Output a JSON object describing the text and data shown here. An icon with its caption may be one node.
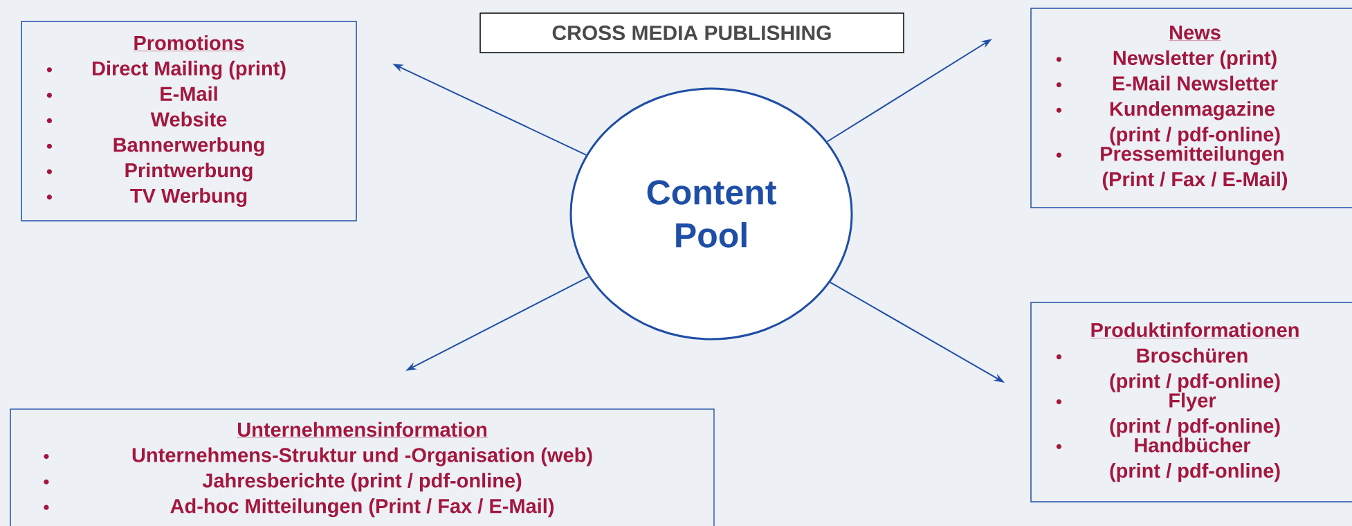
{
  "diagram": {
    "title": "CROSS MEDIA PUBLISHING",
    "nodes": [
      {
        "text": [
          "Content Pool"
        ]
      },
      {
        "text": [
          "Promotions",
          "Direct Mailing (print)",
          "E-Mail",
          "Website",
          "Bannerwerbung",
          "Printwerbung",
          "TV Werbung"
        ]
      },
      {
        "text": [
          "News",
          "Newsletter (print)",
          "E-Mail Newsletter",
          "Kundenmagazine (print / pdf-online)",
          "Pressemitteilungen (Print / Fax / E-Mail)"
        ]
      },
      {
        "text": [
          "Unternehmensinformation",
          "Unternehmens-Struktur und -Organisation (web)",
          "Jahresberichte (print / pdf-online)",
          "Ad-hoc Mitteilungen (Print / Fax / E-Mail)"
        ]
      },
      {
        "text": [
          "Produktinformationen",
          "Broschüren (print / pdf-online)",
          "Flyer (print / pdf-online)",
          "Handbücher (print / pdf-online)"
        ]
      }
    ],
    "edges": [
      {
        "from": 0,
        "to": 1,
        "arrow": "to"
      },
      {
        "from": 0,
        "to": 2,
        "arrow": "to"
      },
      {
        "from": 0,
        "to": 3,
        "arrow": "to"
      },
      {
        "from": 0,
        "to": 4,
        "arrow": "to"
      }
    ]
  }
}
